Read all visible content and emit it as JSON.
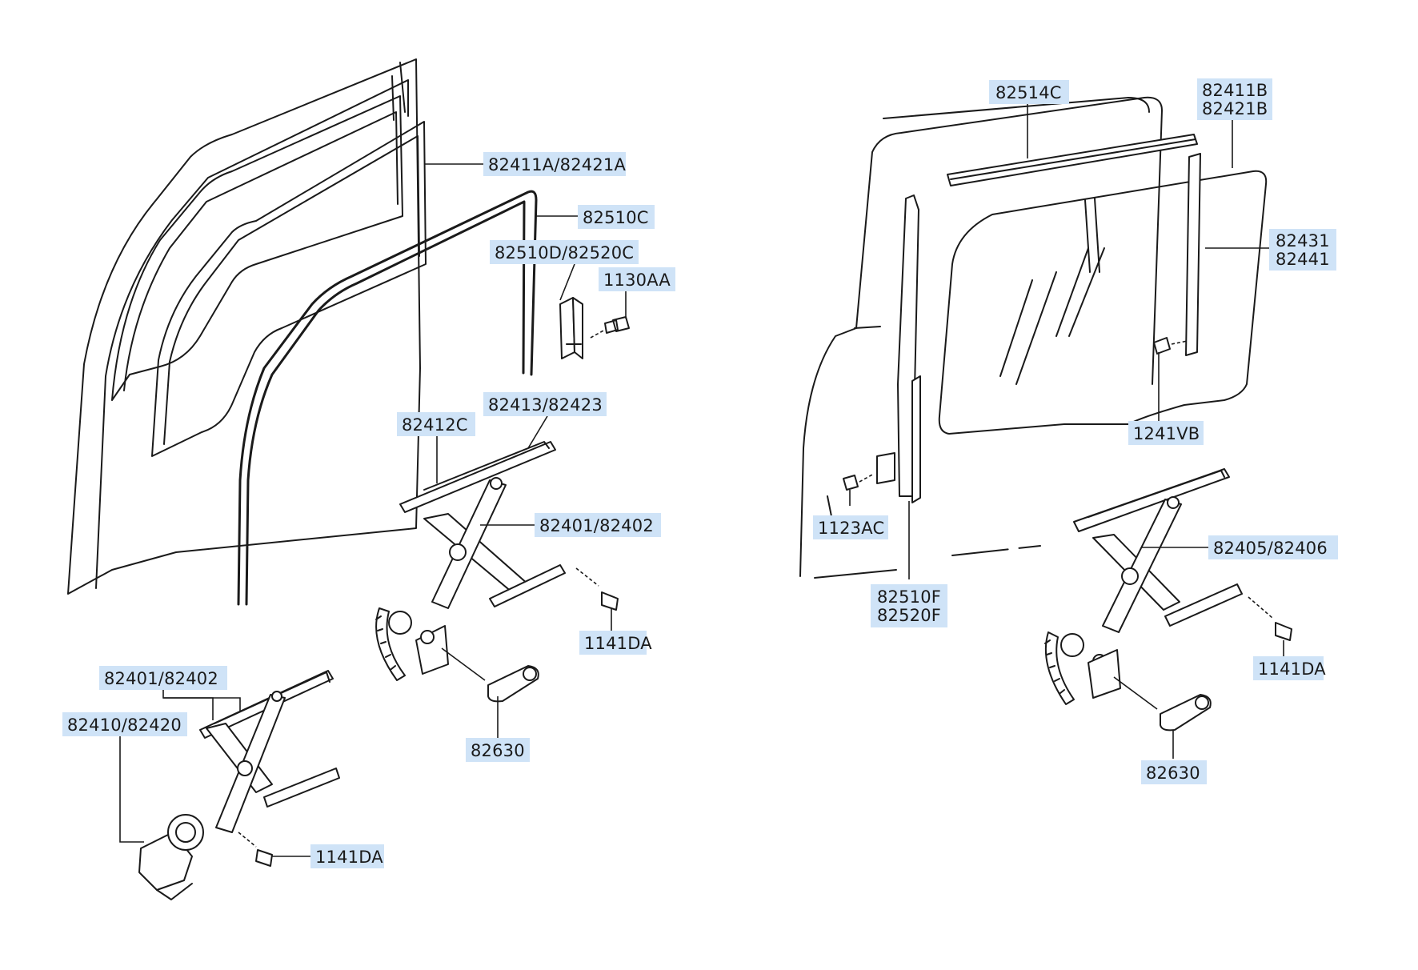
{
  "labels": {
    "l_82411A": "82411A/82421A",
    "l_82510C": "82510C",
    "l_82510D": "82510D/82520C",
    "l_1130AA": "1130AA",
    "l_82413": "82413/82423",
    "l_82412C": "82412C",
    "l_82401_a": "82401/82402",
    "l_1141DA_a": "1141DA",
    "l_82630_a": "82630",
    "l_82401_b": "82401/82402",
    "l_82410": "82410/82420",
    "l_1141DA_b": "1141DA",
    "l_82514C": "82514C",
    "l_82411B_1": "82411B",
    "l_82411B_2": "82421B",
    "l_82431_1": "82431",
    "l_82431_2": "82441",
    "l_1241VB": "1241VB",
    "l_1123AC": "1123AC",
    "l_82510F_1": "82510F",
    "l_82510F_2": "82520F",
    "l_82405": "82405/82406",
    "l_1141DA_c": "1141DA",
    "l_82630_b": "82630"
  }
}
